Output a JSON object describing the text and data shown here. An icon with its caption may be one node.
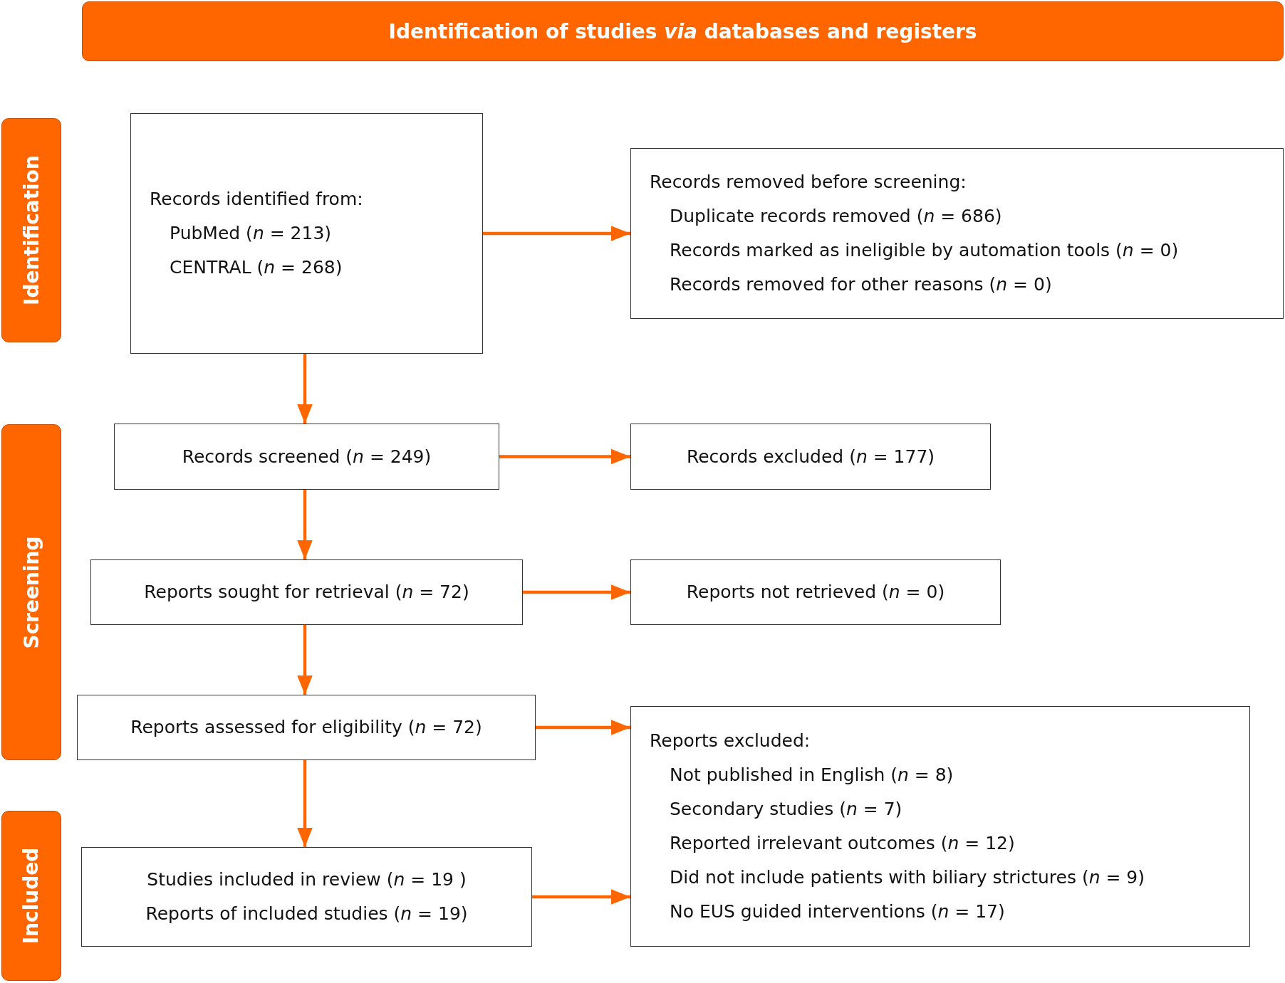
{
  "diagram": {
    "nodes": [
      {
        "text": [
          "Identification of studies *via* databases and registers"
        ]
      },
      {
        "text": [
          "Identification"
        ]
      },
      {
        "text": [
          "Records identified from:",
          "PubMed (*n* = 213)",
          "CENTRAL (*n* = 268)"
        ]
      },
      {
        "text": [
          "Records removed before screening:",
          "Duplicate records removed (*n* = 686)",
          "Records marked as ineligible by automation tools (*n* = 0)",
          "Records removed for other reasons (*n* = 0)"
        ]
      },
      {
        "text": [
          "Screening"
        ]
      },
      {
        "text": [
          "Records screened (*n* = 249)"
        ]
      },
      {
        "text": [
          "Records excluded (*n* = 177)"
        ]
      },
      {
        "text": [
          "Reports sought for retrieval (*n* = 72)"
        ]
      },
      {
        "text": [
          "Reports not retrieved (*n* = 0)"
        ]
      },
      {
        "text": [
          "Reports assessed for eligibility (*n* = 72)"
        ]
      },
      {
        "text": [
          "Reports excluded:",
          "Not published in English (*n* = 8)",
          "Secondary studies (*n* = 7)",
          "Reported irrelevant outcomes (*n* = 12)",
          "Did not include patients with biliary strictures (*n* = 9)",
          "No EUS guided interventions (*n* = 17)"
        ]
      },
      {
        "text": [
          "Included"
        ]
      },
      {
        "text": [
          "Studies included in review (*n* = 19 )",
          "Reports of included studies (*n* = 19)"
        ]
      }
    ],
    "edges": [
      {
        "from": 2,
        "to": 3,
        "arrow": "to"
      },
      {
        "from": 2,
        "to": 5,
        "arrow": "to"
      },
      {
        "from": 5,
        "to": 6,
        "arrow": "to"
      },
      {
        "from": 5,
        "to": 7,
        "arrow": "to"
      },
      {
        "from": 7,
        "to": 8,
        "arrow": "to"
      },
      {
        "from": 7,
        "to": 9,
        "arrow": "to"
      },
      {
        "from": 9,
        "to": 10,
        "arrow": "to"
      },
      {
        "from": 9,
        "to": 12,
        "arrow": "to"
      },
      {
        "from": 12,
        "to": 10,
        "arrow": "to"
      }
    ]
  }
}
